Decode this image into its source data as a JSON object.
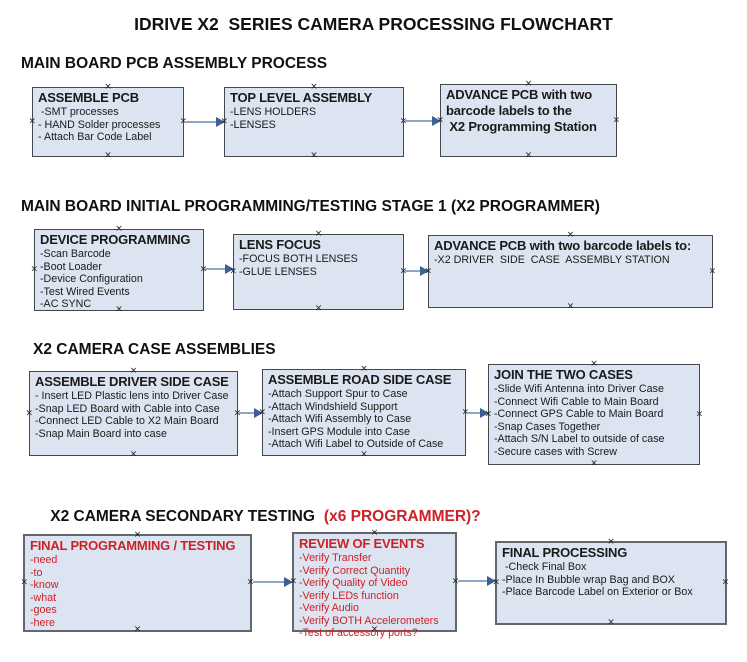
{
  "page_title": "IDRIVE X2  SERIES CAMERA PROCESSING FLOWCHART",
  "handle_glyph": "×",
  "colors": {
    "box_fill": "#dce4f1",
    "box_border": "#63666d",
    "arrow_line": "#8ea6c4",
    "arrow_head": "#3e5f94",
    "red_text": "#cc2127",
    "black_text": "#1a1a1a"
  },
  "sections": [
    {
      "heading": "MAIN BOARD PCB ASSEMBLY PROCESS",
      "boxes": [
        {
          "title": "ASSEMBLE PCB",
          "items": [
            " -SMT processes",
            "- HAND Solder processes",
            "- Attach Bar Code Label"
          ]
        },
        {
          "title": "TOP LEVEL ASSEMBLY",
          "items": [
            "-LENS HOLDERS",
            "-LENSES"
          ]
        },
        {
          "title": "ADVANCE PCB with two\nbarcode labels to the\n X2 Programming Station",
          "items": []
        }
      ]
    },
    {
      "heading": "MAIN BOARD INITIAL PROGRAMMING/TESTING STAGE 1 (X2 PROGRAMMER)",
      "boxes": [
        {
          "title": "DEVICE PROGRAMMING",
          "items": [
            "-Scan Barcode",
            "-Boot Loader",
            "-Device Configuration",
            "-Test Wired Events",
            "-AC SYNC"
          ]
        },
        {
          "title": "LENS FOCUS",
          "items": [
            "-FOCUS BOTH LENSES",
            "-GLUE LENSES"
          ]
        },
        {
          "title": "ADVANCE PCB with two barcode labels to:",
          "items": [
            "-X2 DRIVER  SIDE  CASE  ASSEMBLY STATION"
          ]
        }
      ]
    },
    {
      "heading": "X2 CAMERA CASE ASSEMBLIES",
      "boxes": [
        {
          "title": "ASSEMBLE DRIVER SIDE CASE",
          "items": [
            "- Insert LED Plastic lens into Driver Case",
            "-Snap LED Board with Cable into Case",
            "-Connect LED Cable to X2 Main Board",
            "-Snap Main Board into case"
          ]
        },
        {
          "title": "ASSEMBLE ROAD SIDE CASE",
          "items": [
            "-Attach Support Spur to Case",
            "-Attach Windshield Support",
            "-Attach Wifi Assembly to Case",
            "-Insert GPS Module into Case",
            "-Attach Wifi Label to Outside of Case"
          ]
        },
        {
          "title": "JOIN THE TWO CASES",
          "items": [
            "-Slide Wifi Antenna into Driver Case",
            "-Connect Wifi Cable to Main Board",
            "-Connect GPS Cable to Main Board",
            "-Snap Cases Together",
            "-Attach S/N Label to outside of case",
            "-Secure cases with Screw"
          ]
        }
      ]
    },
    {
      "heading": "X2 CAMERA SECONDARY TESTING",
      "heading_suffix": "(x6 PROGRAMMER)?",
      "boxes": [
        {
          "title": "FINAL PROGRAMMING / TESTING",
          "items": [
            "-need",
            "-to",
            "-know",
            "-what",
            "-goes",
            "-here"
          ]
        },
        {
          "title": "REVIEW OF EVENTS",
          "items": [
            "-Verify Transfer",
            "-Verify Correct Quantity",
            "-Verify Quality of Video",
            "-Verify LEDs function",
            "-Verify Audio",
            "-Verify BOTH Accelerometers",
            "-Test of accessory ports?"
          ]
        },
        {
          "title": "FINAL PROCESSING",
          "items": [
            " -Check Final Box",
            "-Place In Bubble wrap Bag and BOX",
            "-Place Barcode Label on Exterior or Box"
          ]
        }
      ]
    }
  ]
}
